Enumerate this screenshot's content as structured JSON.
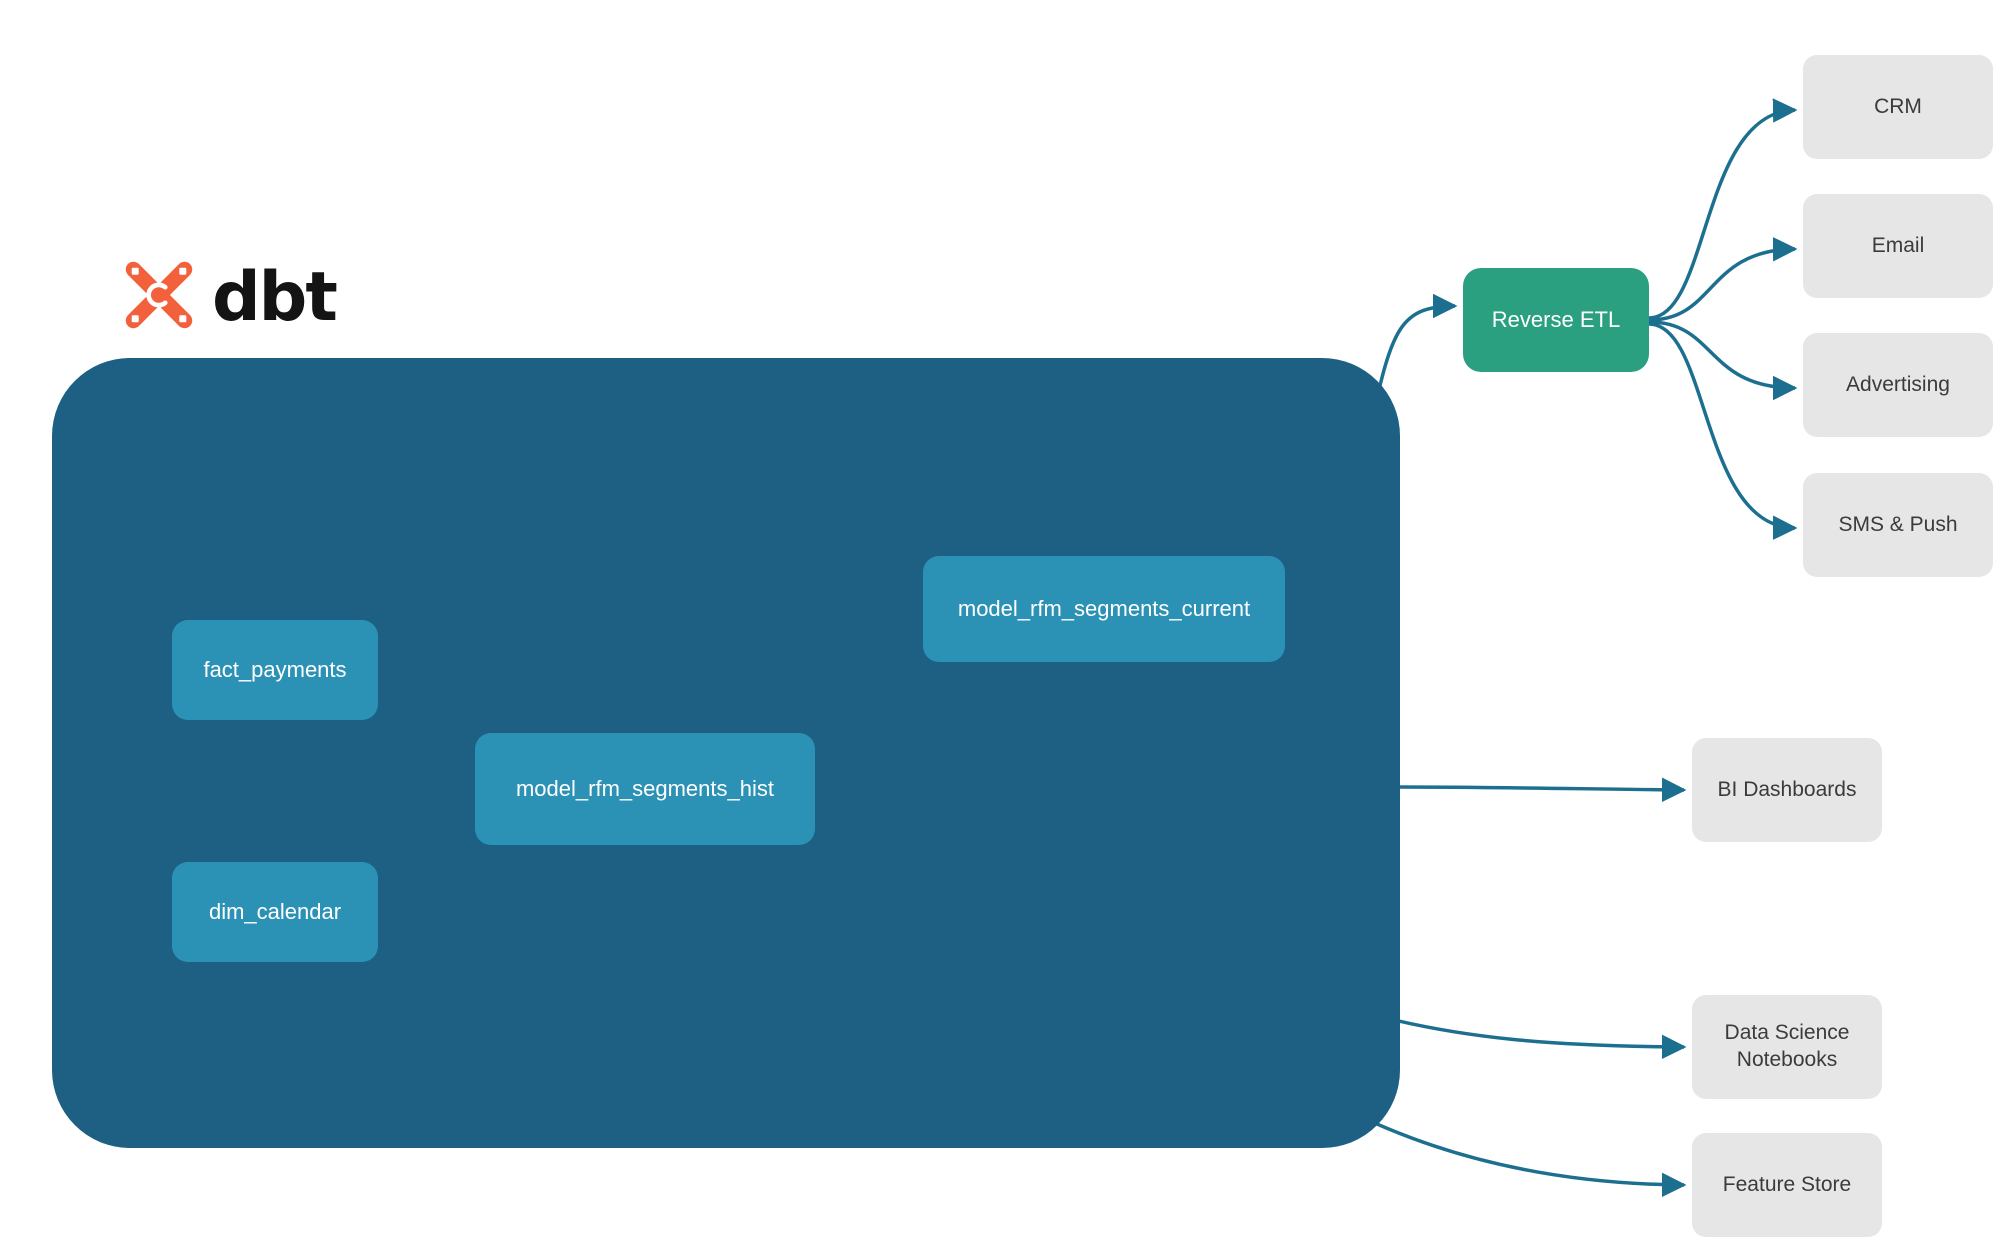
{
  "diagram": {
    "title": "dbt",
    "logo": {
      "mark_name": "dbt-logo-mark",
      "wordmark": "dbt",
      "mark_color": "#f2603c",
      "wordmark_color": "#141414"
    },
    "container": {
      "name": "dbt-project-container",
      "color": "#1d6084"
    },
    "colors": {
      "model_node": "#2b91b5",
      "reverse_etl_node": "#2aa081",
      "destination_node": "#e6e6e6",
      "edge": "#1d6f8f",
      "inner_edge": "#2e83a6",
      "node_text": "#ffffff",
      "destination_text": "#3b3b3b",
      "background": "#ffffff"
    },
    "models": [
      {
        "id": "fact_payments",
        "label": "fact_payments"
      },
      {
        "id": "dim_calendar",
        "label": "dim_calendar"
      },
      {
        "id": "model_rfm_segments_hist",
        "label": "model_rfm_segments_hist"
      },
      {
        "id": "model_rfm_segments_current",
        "label": "model_rfm_segments_current"
      }
    ],
    "reverse_etl": {
      "id": "reverse_etl",
      "label": "Reverse ETL"
    },
    "destinations": [
      {
        "id": "crm",
        "label": "CRM"
      },
      {
        "id": "email",
        "label": "Email"
      },
      {
        "id": "advertising",
        "label": "Advertising"
      },
      {
        "id": "sms_push",
        "label": "SMS & Push"
      },
      {
        "id": "bi_dashboards",
        "label": "BI Dashboards"
      },
      {
        "id": "data_science_notebooks",
        "label": "Data Science\nNotebooks"
      },
      {
        "id": "feature_store",
        "label": "Feature Store"
      }
    ],
    "edges": [
      {
        "from": "fact_payments",
        "to": "model_rfm_segments_hist"
      },
      {
        "from": "dim_calendar",
        "to": "model_rfm_segments_hist"
      },
      {
        "from": "model_rfm_segments_hist",
        "to": "model_rfm_segments_current"
      },
      {
        "from": "model_rfm_segments_current",
        "to": "reverse_etl"
      },
      {
        "from": "model_rfm_segments_hist",
        "to": "bi_dashboards"
      },
      {
        "from": "model_rfm_segments_hist",
        "to": "data_science_notebooks"
      },
      {
        "from": "model_rfm_segments_hist",
        "to": "feature_store"
      },
      {
        "from": "reverse_etl",
        "to": "crm"
      },
      {
        "from": "reverse_etl",
        "to": "email"
      },
      {
        "from": "reverse_etl",
        "to": "advertising"
      },
      {
        "from": "reverse_etl",
        "to": "sms_push"
      }
    ]
  }
}
